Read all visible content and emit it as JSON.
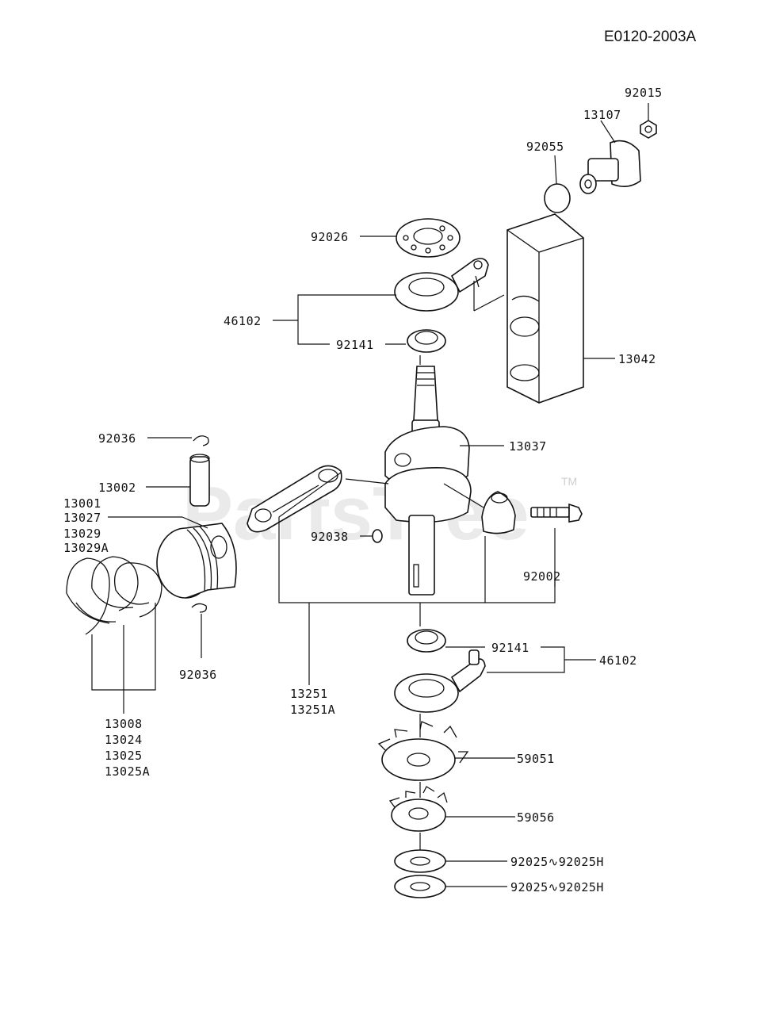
{
  "diagram_code": "E0120-2003A",
  "watermark": {
    "text": "PartsTree",
    "tm": "TM"
  },
  "labels": {
    "p92015": "92015",
    "p13107": "13107",
    "p92055": "92055",
    "p92026": "92026",
    "p46102_top": "46102",
    "p92141_top": "92141",
    "p13042": "13042",
    "p92036_top": "92036",
    "p13037": "13037",
    "p13002": "13002",
    "p13001": "13001",
    "p13027": "13027",
    "p13029": "13029",
    "p13029a": "13029A",
    "p92038": "92038",
    "p92002": "92002",
    "p92036_bot": "92036",
    "p92141_bot": "92141",
    "p46102_bot": "46102",
    "p13251": "13251",
    "p13251a": "13251A",
    "p13008": "13008",
    "p13024": "13024",
    "p13025": "13025",
    "p13025a": "13025A",
    "p59051": "59051",
    "p59056": "59056",
    "p92025_1": "92025∿92025H",
    "p92025_2": "92025∿92025H"
  }
}
